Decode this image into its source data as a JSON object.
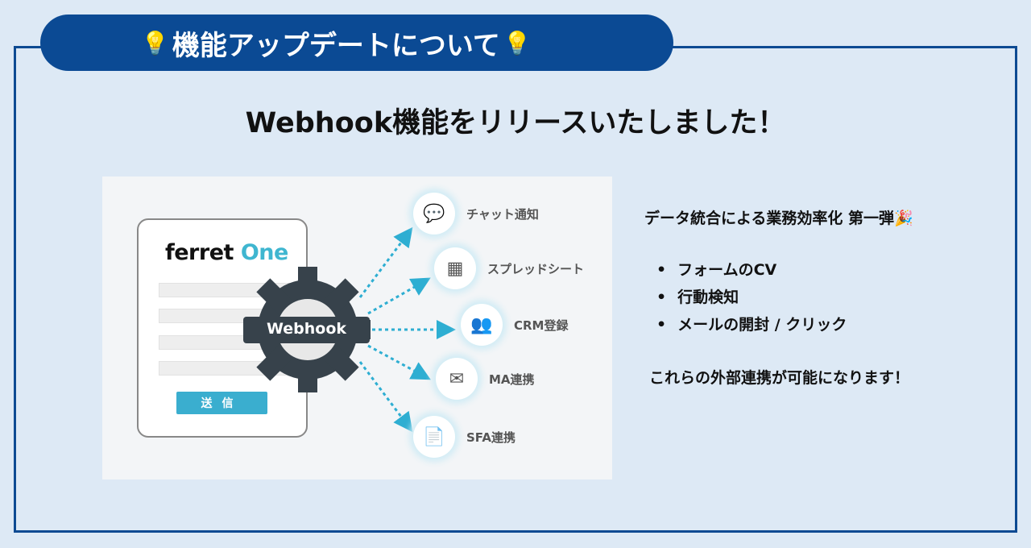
{
  "header": {
    "title": "機能アップデートについて",
    "icon": "lightbulb-icon"
  },
  "headline": "Webhook機能をリリースいたしました！",
  "illustration": {
    "logo": {
      "brand": "ferret",
      "suffix": "One"
    },
    "send_button": "送信",
    "gear_label": "Webhook",
    "services": [
      {
        "label": "チャット通知",
        "icon": "chat-bubble-icon"
      },
      {
        "label": "スプレッドシート",
        "icon": "spreadsheet-icon"
      },
      {
        "label": "CRM登録",
        "icon": "users-icon"
      },
      {
        "label": "MA連携",
        "icon": "mail-gear-icon"
      },
      {
        "label": "SFA連携",
        "icon": "document-gear-icon"
      }
    ],
    "accent": "#3aaecf"
  },
  "info": {
    "heading": "データ統合による業務効率化 第一弾",
    "heading_icon": "party-popper-icon",
    "items": [
      "フォームのCV",
      "行動検知",
      "メールの開封 / クリック"
    ],
    "footer": "これらの外部連携が可能になります！"
  },
  "colors": {
    "brand": "#0b4a94",
    "background": "#dde9f5"
  }
}
